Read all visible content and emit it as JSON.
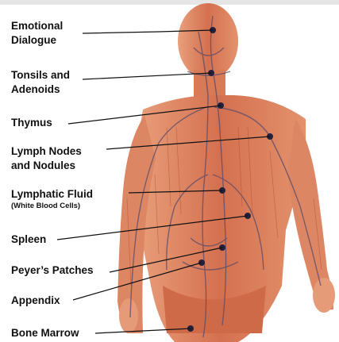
{
  "title_fragment": "",
  "labels": {
    "emotional_dialogue": [
      "Emotional",
      "Dialogue"
    ],
    "tonsils_adenoids": [
      "Tonsils and",
      "Adenoids"
    ],
    "thymus": "Thymus",
    "lymph_nodes": [
      "Lymph Nodes",
      "and Nodules"
    ],
    "lymphatic_fluid": "Lymphatic Fluid",
    "lymphatic_fluid_sub": "(White Blood Cells)",
    "spleen": "Spleen",
    "peyers_patches": "Peyer’s Patches",
    "appendix": "Appendix",
    "bone_marrow": "Bone Marrow"
  },
  "colors": {
    "skin": "#e9a07c",
    "muscle": "#cf5a3e",
    "vessel": "#5a4a6a",
    "node": "#23203a",
    "leader": "#111111"
  }
}
